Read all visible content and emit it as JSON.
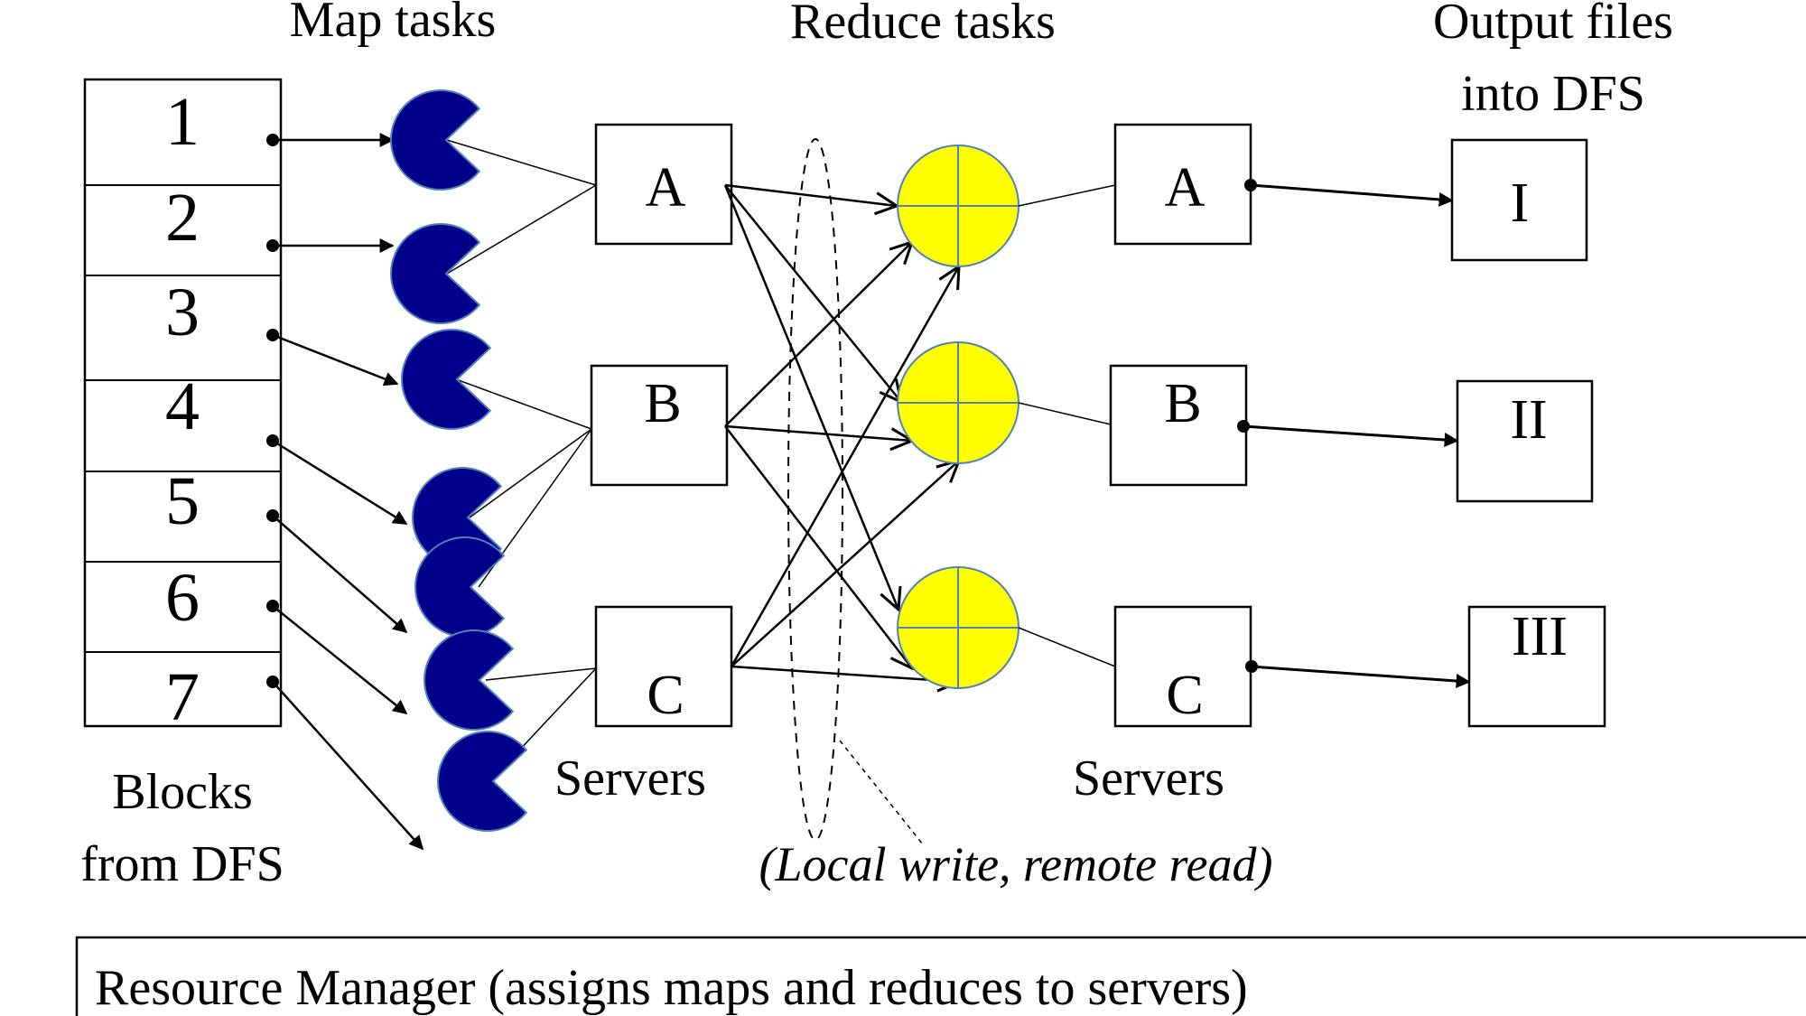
{
  "headings": {
    "map_tasks": "Map tasks",
    "reduce_tasks": "Reduce tasks",
    "output_line1": "Output  files",
    "output_line2": "into DFS"
  },
  "blocks": {
    "items": [
      "1",
      "2",
      "3",
      "4",
      "5",
      "6",
      "7"
    ],
    "caption_line1": "Blocks",
    "caption_line2": "from DFS"
  },
  "map_servers": {
    "items": [
      "A",
      "B",
      "C"
    ],
    "caption": "Servers"
  },
  "reduce_servers": {
    "items": [
      "A",
      "B",
      "C"
    ],
    "caption": "Servers"
  },
  "outputs": {
    "items": [
      "I",
      "II",
      "III"
    ]
  },
  "shuffle_note": "(Local write, remote read)",
  "resource_manager": "Resource Manager (assigns maps and reduces to servers)",
  "colors": {
    "map_task_fill": "#00008B",
    "map_task_stroke": "#4F81BD",
    "reduce_task_fill": "#FFFF00",
    "reduce_task_stroke": "#4F81BD",
    "line": "#000000"
  },
  "edges": {
    "block_to_map": [
      [
        1,
        1
      ],
      [
        2,
        2
      ],
      [
        3,
        3
      ],
      [
        4,
        4
      ],
      [
        5,
        5
      ],
      [
        6,
        6
      ],
      [
        7,
        7
      ]
    ],
    "map_to_server": [
      [
        1,
        "A"
      ],
      [
        2,
        "A"
      ],
      [
        3,
        "B"
      ],
      [
        4,
        "B"
      ],
      [
        5,
        "B"
      ],
      [
        6,
        "C"
      ],
      [
        7,
        "C"
      ]
    ],
    "server_to_reducer": [
      [
        "A",
        1
      ],
      [
        "A",
        2
      ],
      [
        "A",
        3
      ],
      [
        "B",
        1
      ],
      [
        "B",
        2
      ],
      [
        "B",
        3
      ],
      [
        "C",
        1
      ],
      [
        "C",
        2
      ],
      [
        "C",
        3
      ]
    ],
    "reducer_to_server": [
      [
        1,
        "A"
      ],
      [
        2,
        "B"
      ],
      [
        3,
        "C"
      ]
    ],
    "server_to_output": [
      [
        "A",
        "I"
      ],
      [
        "B",
        "II"
      ],
      [
        "C",
        "III"
      ]
    ]
  }
}
